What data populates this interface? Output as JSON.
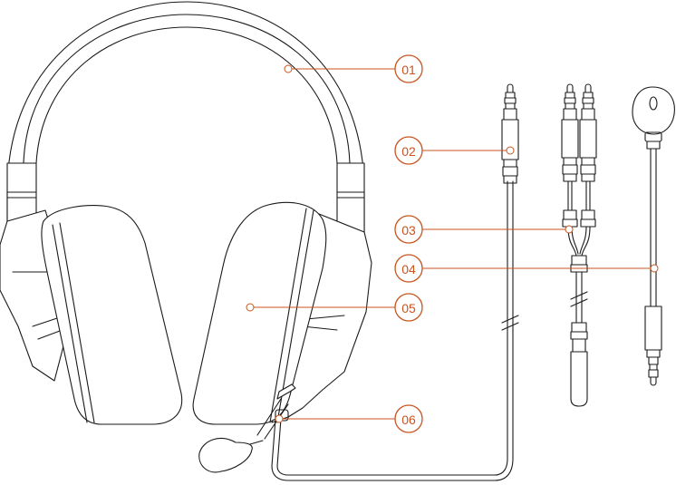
{
  "colors": {
    "line_art": "#1a1a1a",
    "callout_accent": "#c9541f",
    "background": "#ffffff"
  },
  "callouts": {
    "c01": "01",
    "c02": "02",
    "c03": "03",
    "c04": "04",
    "c05": "05",
    "c06": "06"
  }
}
